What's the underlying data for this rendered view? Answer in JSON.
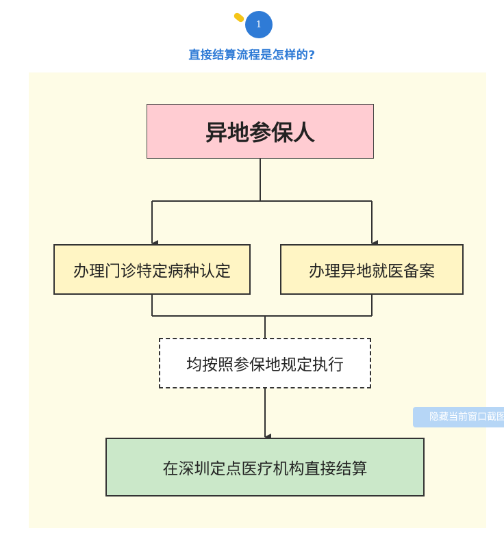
{
  "header": {
    "step_number": "1",
    "title": "直接结算流程是怎样的?"
  },
  "flowchart": {
    "root": "异地参保人",
    "branch_left": "办理门诊特定病种认定",
    "branch_right": "办理异地就医备案",
    "merge": "均按照参保地规定执行",
    "final": "在深圳定点医疗机构直接结算"
  },
  "overlay": {
    "hide_button_label": "隐藏当前窗口截图"
  }
}
